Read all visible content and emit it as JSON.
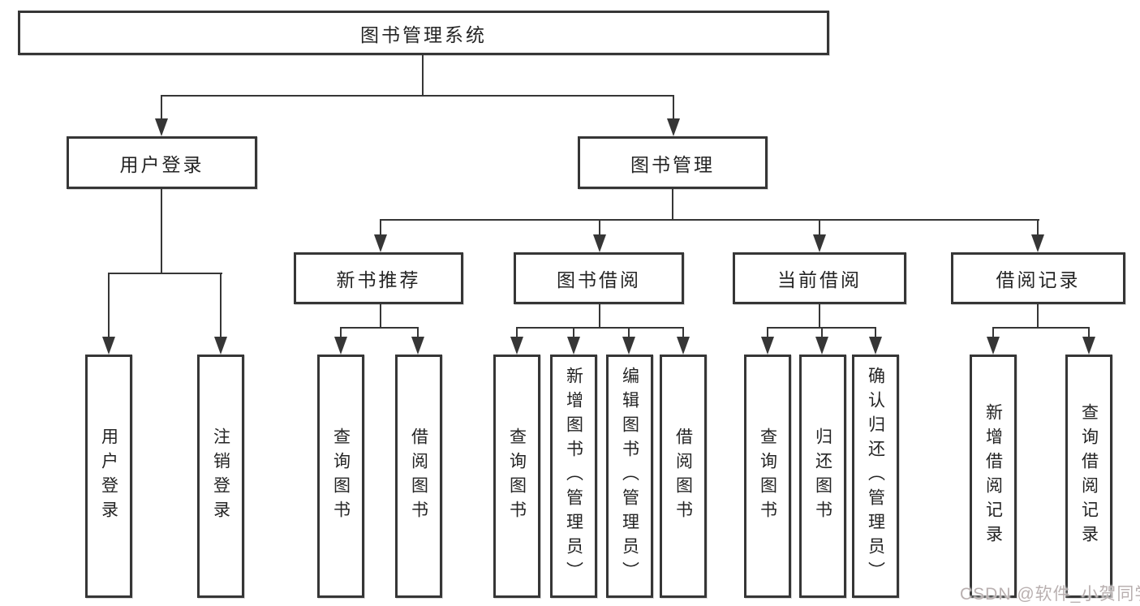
{
  "root": {
    "label": "图书管理系统"
  },
  "branches": [
    {
      "label": "用户登录",
      "children": [
        {
          "label": "用户登录"
        },
        {
          "label": "注销登录"
        }
      ]
    },
    {
      "label": "图书管理",
      "groups": [
        {
          "label": "新书推荐",
          "children": [
            {
              "label": "查询图书"
            },
            {
              "label": "借阅图书"
            }
          ]
        },
        {
          "label": "图书借阅",
          "children": [
            {
              "label": "查询图书"
            },
            {
              "label": "新增图书（管理员）"
            },
            {
              "label": "编辑图书（管理员）"
            },
            {
              "label": "借阅图书"
            }
          ]
        },
        {
          "label": "当前借阅",
          "children": [
            {
              "label": "查询图书"
            },
            {
              "label": "归还图书"
            },
            {
              "label": "确认归还（管理员）"
            }
          ]
        },
        {
          "label": "借阅记录",
          "children": [
            {
              "label": "新增借阅记录"
            },
            {
              "label": "查询借阅记录"
            }
          ]
        }
      ]
    }
  ],
  "watermark": {
    "text": "CSDN @软件_小贺同学",
    "color": "#b9b0b0"
  },
  "colors": {
    "line": "#363636",
    "text": "#242424",
    "background": "#ffffff"
  }
}
